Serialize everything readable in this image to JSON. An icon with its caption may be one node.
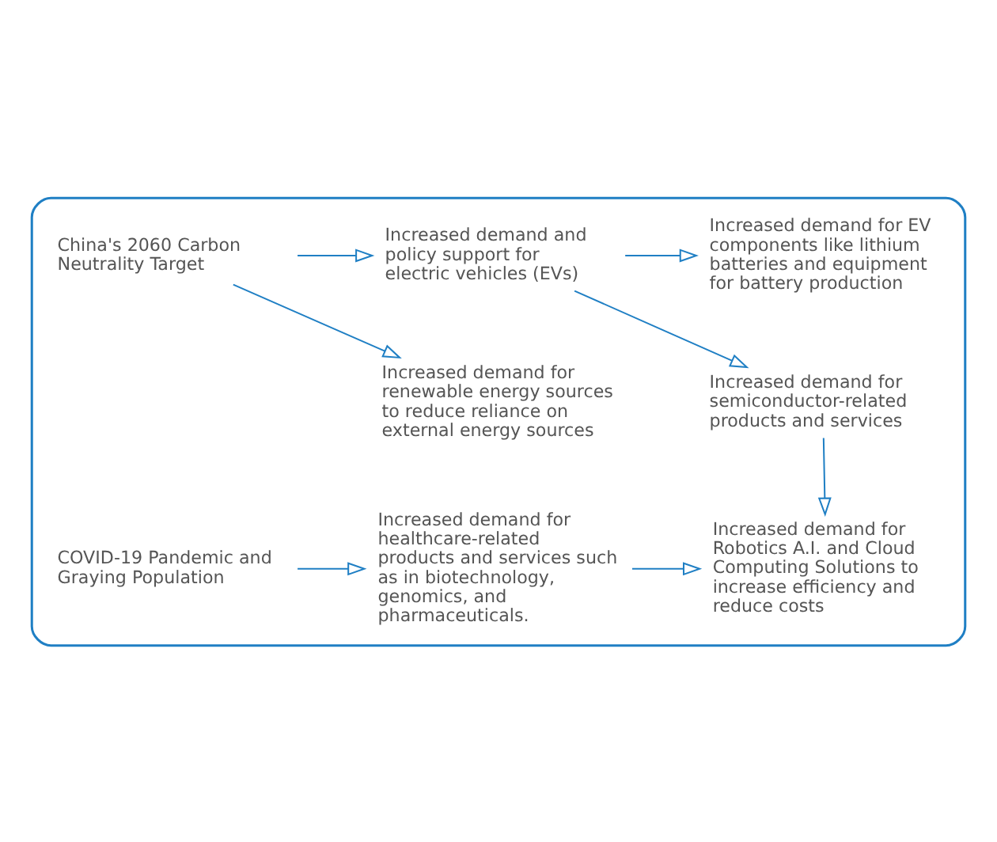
{
  "diagram": {
    "nodes": [
      {
        "text": [],
        "shape": "box"
      },
      {
        "text": [
          "China's 2060 Carbon Neutrality Target"
        ],
        "in": 0
      },
      {
        "text": [
          "Increased demand and policy support for electric vehicles (EVs)"
        ],
        "in": 0
      },
      {
        "text": [
          "Increased demand for renewable energy sources to reduce reliance on external energy sources"
        ],
        "in": 0
      },
      {
        "text": [
          "Increased demand for EV components like lithium batteries and equipment for battery production"
        ],
        "in": 0
      },
      {
        "text": [
          "Increased demand for semiconductor-related products and services"
        ],
        "in": 0
      },
      {
        "text": [
          "COVID-19 Pandemic and Graying Population"
        ],
        "in": 0
      },
      {
        "text": [
          "Increased demand for healthcare-related products and services such as in biotechnology, genomics, and pharmaceuticals."
        ],
        "in": 0
      },
      {
        "text": [
          "Increased demand for Robotics A.I. and Cloud Computing Solutions to increase efficiency and reduce costs"
        ],
        "in": 0
      }
    ],
    "edges": [
      {
        "from": 1,
        "to": 2,
        "arrow": "to"
      },
      {
        "from": 1,
        "to": 3,
        "arrow": "to"
      },
      {
        "from": 2,
        "to": 4,
        "arrow": "to"
      },
      {
        "from": 2,
        "to": 5,
        "arrow": "to"
      },
      {
        "from": 5,
        "to": 8,
        "arrow": "to"
      },
      {
        "from": 6,
        "to": 7,
        "arrow": "to"
      },
      {
        "from": 7,
        "to": 8,
        "arrow": "to"
      }
    ]
  }
}
